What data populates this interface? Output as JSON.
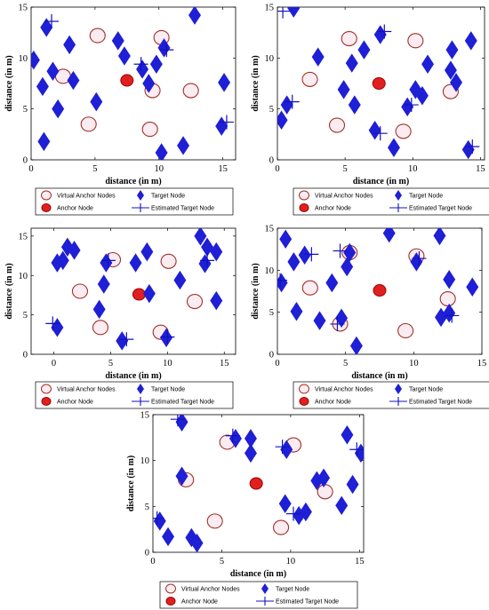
{
  "colors": {
    "target": "#1f1fd6",
    "anchor_fill": "#e02020",
    "anchor_stroke": "#a00000",
    "virtual_stroke": "#a0302a",
    "virtual_fill": "#f7dde6",
    "estimate": "#1010c0"
  },
  "icons": {
    "target": "diamond-marker-icon",
    "anchor": "filled-circle-marker-icon",
    "virtual": "hollow-circle-marker-icon",
    "estimate": "plus-marker-icon"
  },
  "chart_data": [
    {
      "type": "scatter",
      "xlabel": "distance (in m)",
      "ylabel": "distance (in m)",
      "xlim": [
        0,
        16
      ],
      "ylim": [
        0,
        15
      ],
      "xticks": [
        0,
        5,
        10,
        15
      ],
      "yticks": [
        0,
        5,
        10,
        15
      ],
      "grid": false,
      "legend": {
        "placement": "below",
        "entries": [
          "Virtual Anchor Nodes",
          "Target Node",
          "Anchor Node",
          "Estimated Target Node"
        ]
      },
      "series": [
        {
          "name": "Virtual Anchor Nodes",
          "marker": "hollow-circle",
          "points": [
            [
              2.5,
              8.2
            ],
            [
              5.2,
              12.2
            ],
            [
              10.2,
              12
            ],
            [
              9.5,
              6.8
            ],
            [
              4.5,
              3.5
            ],
            [
              9.3,
              3.0
            ],
            [
              12.5,
              6.8
            ]
          ]
        },
        {
          "name": "Anchor Node",
          "marker": "filled-circle",
          "points": [
            [
              7.5,
              7.8
            ]
          ]
        },
        {
          "name": "Target Node",
          "marker": "diamond",
          "points": [
            [
              0.2,
              9.8
            ],
            [
              1.2,
              13
            ],
            [
              3,
              11.3
            ],
            [
              0.9,
              7.2
            ],
            [
              1.7,
              8.7
            ],
            [
              2.1,
              5
            ],
            [
              3.3,
              7.8
            ],
            [
              5.1,
              5.7
            ],
            [
              6.8,
              11.7
            ],
            [
              7.3,
              10.2
            ],
            [
              8.7,
              8.9
            ],
            [
              9.2,
              7.5
            ],
            [
              9.8,
              9.4
            ],
            [
              10.4,
              11
            ],
            [
              1,
              1.8
            ],
            [
              10.2,
              0.7
            ],
            [
              11.9,
              1.4
            ],
            [
              12.8,
              14.2
            ],
            [
              15.1,
              7.6
            ],
            [
              14.9,
              3.3
            ]
          ]
        },
        {
          "name": "Estimated Target Node",
          "marker": "plus",
          "points": [
            [
              1.6,
              13.6
            ],
            [
              8.6,
              9.4
            ],
            [
              10.6,
              10.8
            ],
            [
              15.3,
              3.7
            ]
          ]
        }
      ]
    },
    {
      "type": "scatter",
      "xlabel": "distance (in m)",
      "ylabel": "distance (in m)",
      "xlim": [
        0,
        15.3
      ],
      "ylim": [
        0,
        15
      ],
      "xticks": [
        0,
        5,
        10,
        15
      ],
      "yticks": [
        0,
        5,
        10,
        15
      ],
      "grid": false,
      "legend": {
        "placement": "below",
        "entries": [
          "Virtual Anchor Nodes",
          "Target Node",
          "Anchor Node",
          "Estimated Target Node"
        ]
      },
      "series": [
        {
          "name": "Virtual Anchor Nodes",
          "marker": "hollow-circle",
          "points": [
            [
              2.4,
              7.9
            ],
            [
              5.3,
              11.9
            ],
            [
              10.2,
              11.7
            ],
            [
              12.8,
              6.7
            ],
            [
              4.4,
              3.4
            ],
            [
              9.3,
              2.8
            ]
          ]
        },
        {
          "name": "Anchor Node",
          "marker": "filled-circle",
          "points": [
            [
              7.5,
              7.5
            ]
          ]
        },
        {
          "name": "Target Node",
          "marker": "diamond",
          "points": [
            [
              1.2,
              14.9
            ],
            [
              3,
              10.1
            ],
            [
              0.7,
              5.4
            ],
            [
              0.3,
              3.9
            ],
            [
              4.9,
              6.9
            ],
            [
              5.5,
              9.5
            ],
            [
              5.7,
              5.4
            ],
            [
              6.4,
              10.8
            ],
            [
              7.6,
              12.3
            ],
            [
              7.2,
              2.9
            ],
            [
              8.6,
              1.2
            ],
            [
              9.6,
              5.2
            ],
            [
              10.2,
              6.9
            ],
            [
              10.7,
              6.3
            ],
            [
              11.1,
              9.4
            ],
            [
              12.9,
              10.8
            ],
            [
              12.8,
              8.8
            ],
            [
              13.2,
              7.6
            ],
            [
              14.3,
              11.7
            ],
            [
              14.1,
              1
            ]
          ]
        },
        {
          "name": "Estimated Target Node",
          "marker": "plus",
          "points": [
            [
              0.4,
              14.6
            ],
            [
              1.1,
              5.7
            ],
            [
              7.9,
              12.6
            ],
            [
              7.6,
              2.6
            ],
            [
              9.9,
              5.4
            ],
            [
              14.4,
              1.3
            ]
          ]
        }
      ]
    },
    {
      "type": "scatter",
      "xlabel": "distance (in m)",
      "ylabel": "distance (in m)",
      "xlim": [
        -2,
        16
      ],
      "ylim": [
        0,
        16
      ],
      "xticks": [
        0,
        5,
        10,
        15
      ],
      "yticks": [
        0,
        5,
        10,
        15
      ],
      "grid": false,
      "legend": {
        "placement": "below",
        "entries": [
          "Virtual Anchor Nodes",
          "Target Node",
          "Anchor Node",
          "Estimated Target Node"
        ]
      },
      "series": [
        {
          "name": "Virtual Anchor Nodes",
          "marker": "hollow-circle",
          "points": [
            [
              2.3,
              8
            ],
            [
              5.2,
              12
            ],
            [
              10.1,
              11.8
            ],
            [
              12.4,
              6.7
            ],
            [
              4.1,
              3.4
            ],
            [
              9.4,
              2.8
            ]
          ]
        },
        {
          "name": "Anchor Node",
          "marker": "filled-circle",
          "points": [
            [
              7.5,
              7.6
            ]
          ]
        },
        {
          "name": "Target Node",
          "marker": "diamond",
          "points": [
            [
              0.3,
              11.6
            ],
            [
              0.8,
              11.9
            ],
            [
              1.2,
              13.6
            ],
            [
              1.8,
              13.2
            ],
            [
              4.6,
              11.6
            ],
            [
              4.4,
              8.9
            ],
            [
              4,
              5.7
            ],
            [
              0.3,
              3.4
            ],
            [
              6,
              1.7
            ],
            [
              7.2,
              11.6
            ],
            [
              8.2,
              13
            ],
            [
              8.4,
              7.7
            ],
            [
              9.9,
              2.1
            ],
            [
              11.1,
              9.4
            ],
            [
              12.9,
              15
            ],
            [
              13.5,
              13.6
            ],
            [
              13.3,
              11.5
            ],
            [
              14.3,
              13
            ],
            [
              14.3,
              6.8
            ]
          ]
        },
        {
          "name": "Estimated Target Node",
          "marker": "plus",
          "points": [
            [
              -0.1,
              3.9
            ],
            [
              4.8,
              11.9
            ],
            [
              13.5,
              11.9
            ],
            [
              6.4,
              1.9
            ],
            [
              10,
              2.2
            ]
          ]
        }
      ]
    },
    {
      "type": "scatter",
      "xlabel": "distance (in m)",
      "ylabel": "distance (in m)",
      "xlim": [
        0,
        15
      ],
      "ylim": [
        0,
        15
      ],
      "xticks": [
        0,
        5,
        10,
        15
      ],
      "yticks": [
        0,
        5,
        10,
        15
      ],
      "grid": false,
      "legend": {
        "placement": "below",
        "entries": [
          "Virtual Anchor Nodes",
          "Target Node",
          "Anchor Node",
          "Estimated Target Node"
        ]
      },
      "series": [
        {
          "name": "Virtual Anchor Nodes",
          "marker": "hollow-circle",
          "points": [
            [
              2.4,
              7.9
            ],
            [
              5.3,
              12.1
            ],
            [
              10.2,
              11.7
            ],
            [
              12.5,
              6.6
            ],
            [
              4.6,
              3.6
            ],
            [
              9.4,
              2.8
            ]
          ]
        },
        {
          "name": "Anchor Node",
          "marker": "filled-circle",
          "points": [
            [
              7.5,
              7.6
            ]
          ]
        },
        {
          "name": "Target Node",
          "marker": "diamond",
          "points": [
            [
              0.6,
              13.7
            ],
            [
              1.2,
              11
            ],
            [
              2,
              11.8
            ],
            [
              0.3,
              8.5
            ],
            [
              1.4,
              5.1
            ],
            [
              3.1,
              4
            ],
            [
              4,
              8.5
            ],
            [
              4.7,
              4.3
            ],
            [
              5.1,
              10.4
            ],
            [
              5.3,
              12.1
            ],
            [
              5.8,
              1
            ],
            [
              8.2,
              14.4
            ],
            [
              10.2,
              11
            ],
            [
              11.9,
              14.1
            ],
            [
              12.6,
              8.9
            ],
            [
              12,
              4.4
            ],
            [
              12.6,
              4.9
            ],
            [
              14.3,
              8
            ]
          ]
        },
        {
          "name": "Estimated Target Node",
          "marker": "plus",
          "points": [
            [
              0.2,
              8.8
            ],
            [
              2.5,
              11.9
            ],
            [
              4.6,
              12.3
            ],
            [
              4.4,
              3.6
            ],
            [
              10.4,
              11.4
            ],
            [
              12.8,
              4.6
            ]
          ]
        }
      ]
    },
    {
      "type": "scatter",
      "xlabel": "distance (in m)",
      "ylabel": "distance (in m)",
      "xlim": [
        0,
        15.3
      ],
      "ylim": [
        0,
        15
      ],
      "xticks": [
        0,
        5,
        10,
        15
      ],
      "yticks": [
        0,
        5,
        10,
        15
      ],
      "grid": false,
      "legend": {
        "placement": "below",
        "entries": [
          "Virtual Anchor Nodes",
          "Target Node",
          "Anchor Node",
          "Estimated Target Node"
        ]
      },
      "series": [
        {
          "name": "Virtual Anchor Nodes",
          "marker": "hollow-circle",
          "points": [
            [
              2.4,
              7.9
            ],
            [
              5.4,
              12
            ],
            [
              10.2,
              11.7
            ],
            [
              12.5,
              6.6
            ],
            [
              4.5,
              3.4
            ],
            [
              9.3,
              2.7
            ]
          ]
        },
        {
          "name": "Anchor Node",
          "marker": "filled-circle",
          "points": [
            [
              7.5,
              7.5
            ]
          ]
        },
        {
          "name": "Target Node",
          "marker": "diamond",
          "points": [
            [
              2.1,
              14.2
            ],
            [
              2.1,
              8.3
            ],
            [
              6,
              12.4
            ],
            [
              7.1,
              12.4
            ],
            [
              7.1,
              10.8
            ],
            [
              9.7,
              11.2
            ],
            [
              11.9,
              7.8
            ],
            [
              12.4,
              8.1
            ],
            [
              14.1,
              12.8
            ],
            [
              15.1,
              10.8
            ],
            [
              0.5,
              3.4
            ],
            [
              1.1,
              1.7
            ],
            [
              2.8,
              1.6
            ],
            [
              3.2,
              1
            ],
            [
              9.6,
              5.3
            ],
            [
              10.6,
              4
            ],
            [
              11.1,
              4.4
            ],
            [
              13.7,
              5.1
            ],
            [
              14.5,
              7.4
            ]
          ]
        },
        {
          "name": "Estimated Target Node",
          "marker": "plus",
          "points": [
            [
              1.8,
              14.5
            ],
            [
              5.8,
              12.7
            ],
            [
              9.4,
              11.5
            ],
            [
              14.8,
              11.2
            ],
            [
              0.3,
              3.7
            ],
            [
              10.2,
              4.2
            ]
          ]
        }
      ]
    }
  ]
}
